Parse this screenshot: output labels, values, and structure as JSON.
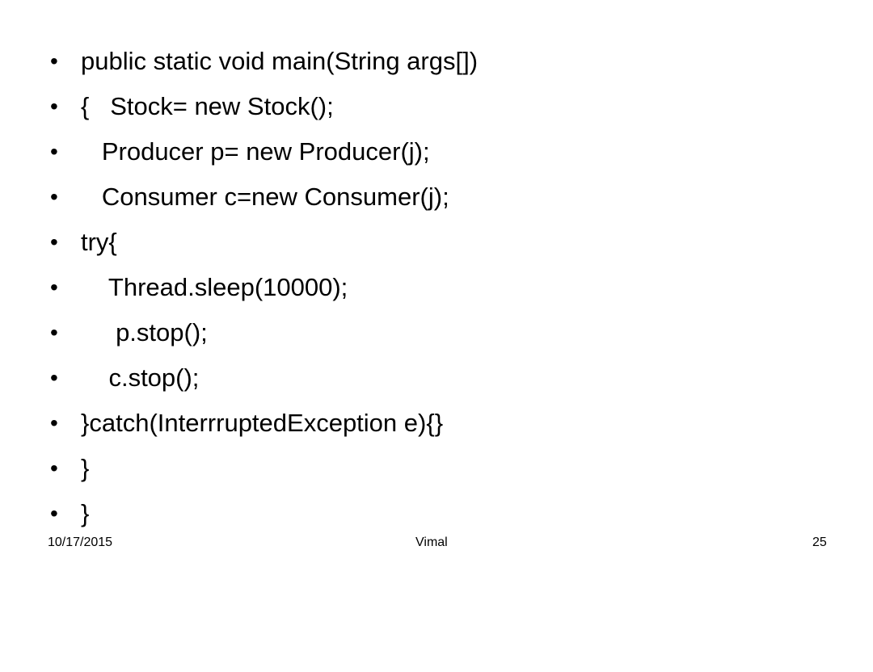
{
  "slide": {
    "bullet_symbol": "•",
    "lines": [
      "public static void main(String args[])",
      "{   Stock= new Stock();",
      "   Producer p= new Producer(j);",
      "   Consumer c=new Consumer(j);",
      "try{",
      "    Thread.sleep(10000);",
      "     p.stop();",
      "    c.stop();",
      "}catch(InterrruptedException e){}",
      "}",
      "}"
    ]
  },
  "footer": {
    "date": "10/17/2015",
    "author": "Vimal",
    "page_number": "25"
  }
}
